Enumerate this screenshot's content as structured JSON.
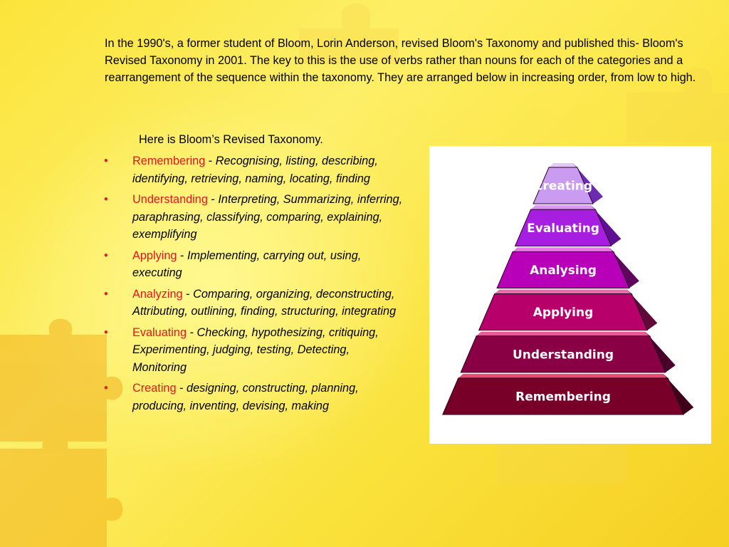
{
  "intro": "In the 1990's, a former student of Bloom, Lorin Anderson, revised Bloom's Taxonomy and published this- Bloom's Revised Taxonomy in 2001. The key to this is the use of verbs rather than nouns for each of the categories and a rearrangement of the sequence within the taxonomy. They are arranged below in increasing order, from low to high.",
  "list_heading": "Here is Bloom’s Revised Taxonomy.",
  "items": [
    {
      "term": "Remembering",
      "sep": " - ",
      "desc": "Recognising, listing, describing, identifying, retrieving, naming, locating, finding"
    },
    {
      "term": "Understanding",
      "sep": " - ",
      "desc": "Interpreting, Summarizing, inferring, paraphrasing, classifying, comparing, explaining, exemplifying"
    },
    {
      "term": "Applying",
      "sep": " - ",
      "desc": "Implementing, carrying out, using, executing"
    },
    {
      "term": "Analyzing",
      "sep": " - ",
      "desc": "Comparing, organizing, deconstructing, Attributing, outlining, finding, structuring, integrating"
    },
    {
      "term": "Evaluating",
      "sep": " - ",
      "desc": "Checking, hypothesizing, critiquing, Experimenting, judging, testing, Detecting, Monitoring"
    },
    {
      "term": "Creating",
      "sep": " - ",
      "desc": "designing, constructing, planning, producing, inventing, devising, making"
    }
  ],
  "bullet": "•",
  "pyramid": {
    "levels": [
      {
        "label": "Creating",
        "color": "#c99cf2",
        "top": "#e2c9fa",
        "side": "#6c2bb0"
      },
      {
        "label": "Evaluating",
        "color": "#a81ee0",
        "top": "#d99af2",
        "side": "#5e1090"
      },
      {
        "label": "Analysing",
        "color": "#b800b8",
        "top": "#ea7aea",
        "side": "#5e0560"
      },
      {
        "label": "Applying",
        "color": "#b8006a",
        "top": "#ea6ab0",
        "side": "#600838"
      },
      {
        "label": "Understanding",
        "color": "#8a0044",
        "top": "#ea5a98",
        "side": "#48002a"
      },
      {
        "label": "Remembering",
        "color": "#780028",
        "top": "#e84a70",
        "side": "#3e0018"
      }
    ]
  }
}
